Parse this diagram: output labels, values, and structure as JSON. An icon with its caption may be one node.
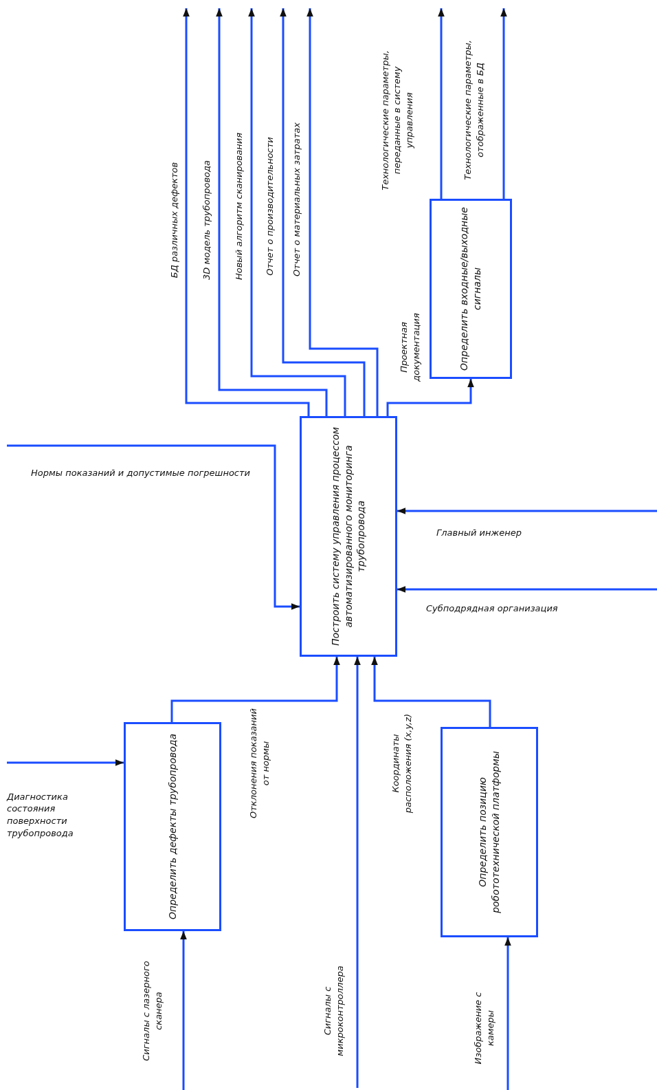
{
  "diagram": {
    "nodes": [
      {
        "text": [
          "Построить систему управления процессом автоматизированного мониторинга трубопровода"
        ]
      },
      {
        "text": [
          "Определить входные/выходные сигналы"
        ]
      },
      {
        "text": [
          "Определить дефекты трубопровода"
        ]
      },
      {
        "text": [
          "Определить позицию робототехнической платформы"
        ]
      }
    ],
    "edges": [
      {
        "from": null,
        "to": 2,
        "arrow": "to",
        "label": "Сигналы с лазерного сканера"
      },
      {
        "from": null,
        "to": 2,
        "arrow": "to",
        "label": "Диагностика состояния поверхности трубопровода"
      },
      {
        "from": 2,
        "to": 0,
        "arrow": "to",
        "label": "Отклонения показаний от нормы"
      },
      {
        "from": null,
        "to": 0,
        "arrow": "to",
        "label": "Сигналы с микроконтроллера"
      },
      {
        "from": null,
        "to": 3,
        "arrow": "to",
        "label": "Изображение с камеры"
      },
      {
        "from": 3,
        "to": 0,
        "arrow": "to",
        "label": "Координаты расположения (x,y,z)"
      },
      {
        "from": null,
        "to": 0,
        "arrow": "to",
        "label": "Нормы показаний и допустимые погрешности"
      },
      {
        "from": null,
        "to": 0,
        "arrow": "to",
        "label": "Главный инженер"
      },
      {
        "from": null,
        "to": 0,
        "arrow": "to",
        "label": "Субподрядная организация"
      },
      {
        "from": 0,
        "to": 1,
        "arrow": "to",
        "label": "Проектная документация"
      },
      {
        "from": 0,
        "to": null,
        "arrow": "to",
        "label": "БД различных дефектов"
      },
      {
        "from": 0,
        "to": null,
        "arrow": "to",
        "label": "3D модель трубопровода"
      },
      {
        "from": 0,
        "to": null,
        "arrow": "to",
        "label": "Новый алгоритм сканирования"
      },
      {
        "from": 0,
        "to": null,
        "arrow": "to",
        "label": "Отчет о производительности"
      },
      {
        "from": 0,
        "to": null,
        "arrow": "to",
        "label": "Отчет о материальных затратах"
      },
      {
        "from": 1,
        "to": null,
        "arrow": "to",
        "label": "Технологические параметры, переданные в систему управления"
      },
      {
        "from": 1,
        "to": null,
        "arrow": "to",
        "label": "Технологические параметры, отображенные в БД"
      }
    ]
  }
}
